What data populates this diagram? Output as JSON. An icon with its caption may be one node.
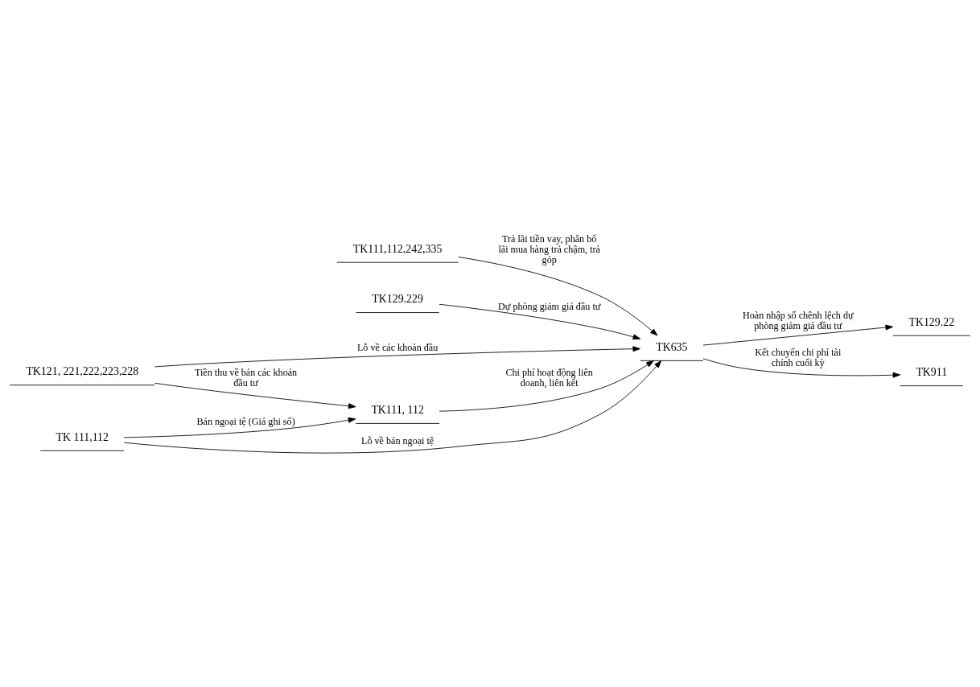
{
  "diagram": {
    "nodes": [
      {
        "text": [
          "TK111,112,242,335"
        ]
      },
      {
        "text": [
          "TK635"
        ]
      },
      {
        "text": [
          "TK129.22"
        ]
      },
      {
        "text": [
          "TK129.229"
        ]
      },
      {
        "text": [
          "TK121, 221,222,223,228"
        ]
      },
      {
        "text": [
          "TK111, 112"
        ]
      },
      {
        "text": [
          "TK911"
        ]
      },
      {
        "text": [
          "TK 111,112"
        ]
      }
    ],
    "edges": [
      {
        "from": 0,
        "to": 1,
        "arrow": "to",
        "label": "Trả lãi tiền vay, phân bổ lãi mua hàng trả chậm, trả góp"
      },
      {
        "from": 1,
        "to": 2,
        "arrow": "to",
        "label": "Hoàn nhập số chênh lệch dự phòng giảm giá đầu tư"
      },
      {
        "from": 3,
        "to": 1,
        "arrow": "to",
        "label": "Dự phòng giảm giá đầu tư"
      },
      {
        "from": 4,
        "to": 1,
        "arrow": "to",
        "label": "Lỗ về các khoản đầu"
      },
      {
        "from": 4,
        "to": 5,
        "arrow": "to",
        "label": "Tiền thu về bán các khoản đầu tư"
      },
      {
        "from": 5,
        "to": 1,
        "arrow": "to",
        "label": "Chi phí hoạt động liên doanh, liên kết"
      },
      {
        "from": 1,
        "to": 6,
        "arrow": "to",
        "label": "Kết chuyển chi phí tài chính cuối kỳ"
      },
      {
        "from": 7,
        "to": 5,
        "arrow": "to",
        "label": "Bán ngoại tệ (Giá ghi sổ)"
      },
      {
        "from": 7,
        "to": 1,
        "arrow": "to",
        "label": "Lỗ về bán ngoại tệ"
      }
    ]
  }
}
